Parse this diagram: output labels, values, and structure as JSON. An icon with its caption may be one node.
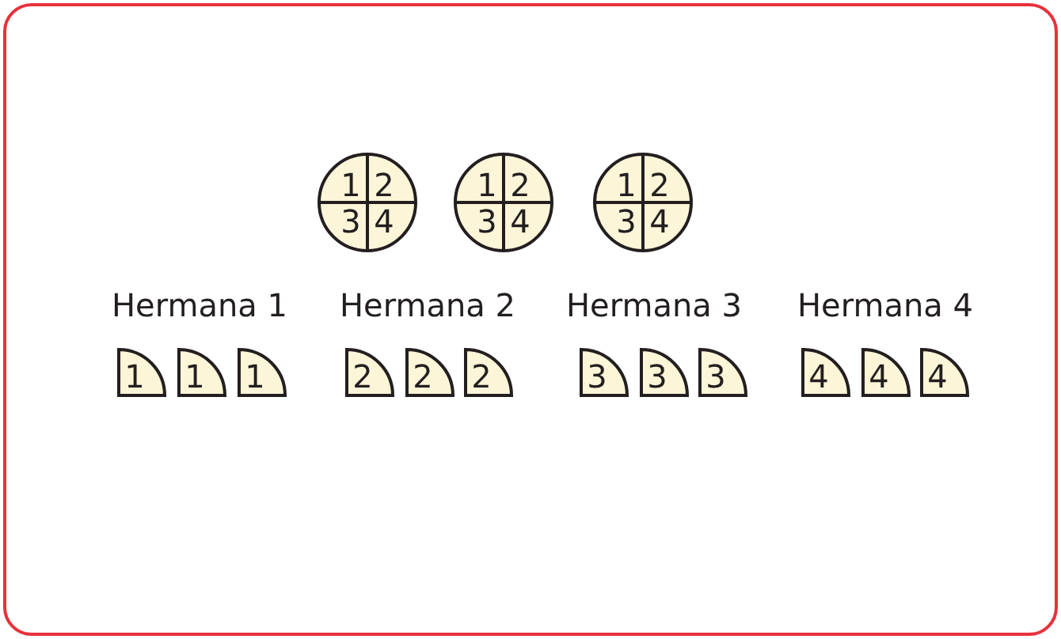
{
  "diagram": {
    "nodes": [
      {
        "text": [
          "1",
          "2",
          "3",
          "4"
        ]
      },
      {
        "text": [
          "1",
          "2",
          "3",
          "4"
        ]
      },
      {
        "text": [
          "1",
          "2",
          "3",
          "4"
        ]
      },
      {
        "text": [
          "1"
        ]
      },
      {
        "text": [
          "1"
        ]
      },
      {
        "text": [
          "1"
        ]
      },
      {
        "text": [
          "2"
        ]
      },
      {
        "text": [
          "2"
        ]
      },
      {
        "text": [
          "2"
        ]
      },
      {
        "text": [
          "3"
        ]
      },
      {
        "text": [
          "3"
        ]
      },
      {
        "text": [
          "3"
        ]
      },
      {
        "text": [
          "4"
        ]
      },
      {
        "text": [
          "4"
        ]
      },
      {
        "text": [
          "4"
        ]
      }
    ],
    "labels": [
      "Hermana 1",
      "Hermana 2",
      "Hermana 3",
      "Hermana 4"
    ]
  }
}
